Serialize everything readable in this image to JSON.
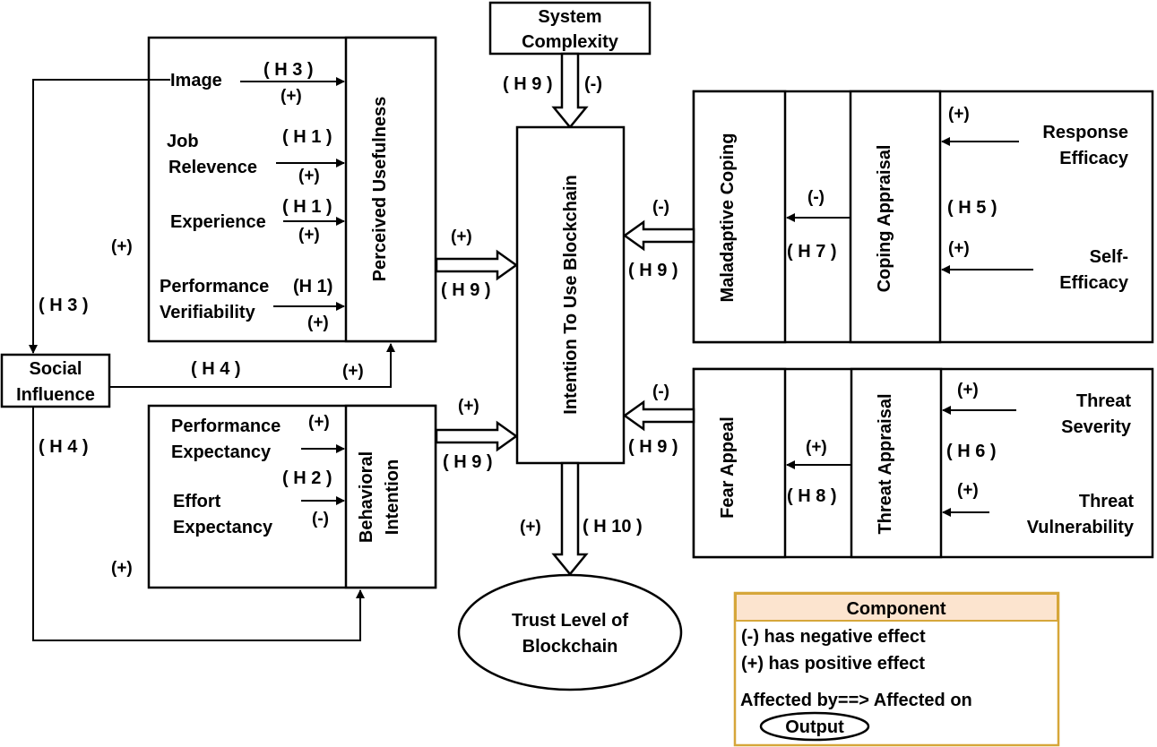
{
  "nodes": {
    "system_complexity": [
      "System",
      "Complexity"
    ],
    "perceived_usefulness": "Perceived Usefulness",
    "image": "Image",
    "job_relevance": [
      "Job",
      "Relevence"
    ],
    "experience": "Experience",
    "performance_verifiability": [
      "Performance",
      "Verifiability"
    ],
    "social_influence": [
      "Social",
      "Influence"
    ],
    "behavioral_intention": [
      "Behavioral",
      "Intention"
    ],
    "performance_expectancy": [
      "Performance",
      "Expectancy"
    ],
    "effort_expectancy": [
      "Effort",
      "Expectancy"
    ],
    "intention_to_use": "Intention To Use Blockchain",
    "trust_level": [
      "Trust Level of",
      "Blockchain"
    ],
    "maladaptive_coping": "Maladaptive Coping",
    "coping_appraisal": "Coping Appraisal",
    "response_efficacy": [
      "Response",
      "Efficacy"
    ],
    "self_efficacy": [
      "Self-",
      "Efficacy"
    ],
    "fear_appeal": "Fear Appeal",
    "threat_appraisal": "Threat Appraisal",
    "threat_severity": [
      "Threat",
      "Severity"
    ],
    "threat_vulnerability": [
      "Threat",
      "Vulnerability"
    ]
  },
  "labels": {
    "h3_image": "( H 3 )",
    "pos_image": "(+)",
    "h1_job": "( H 1 )",
    "pos_job": "(+)",
    "h1_exp": "( H 1 )",
    "pos_exp": "(+)",
    "h1_perf": "(H 1)",
    "pos_perf": "(+)",
    "pos_left": "(+)",
    "h3_left": "( H 3 )",
    "h4_mid": "( H 4 )",
    "pos_social": "(+)",
    "h4_left": "( H 4 )",
    "pos_left2": "(+)",
    "pos_pe": "(+)",
    "h2_ee": "( H 2 )",
    "neg_ee": "(-)",
    "h9_sys": "( H 9 )",
    "neg_sys": "(-)",
    "pos_pu": "(+)",
    "h9_pu": "( H 9 )",
    "pos_bi": "(+)",
    "h9_bi": "( H 9 )",
    "pos_trust": "(+)",
    "h10_trust": "( H 10 )",
    "neg_coping": "(-)",
    "h9_coping": "( H 9 )",
    "neg_h7": "(-)",
    "h7": "( H 7 )",
    "pos_resp": "(+)",
    "h5": "( H 5 )",
    "pos_self": "(+)",
    "neg_fear": "(-)",
    "h9_fear": "( H 9 )",
    "pos_h8": "(+)",
    "h8": "( H 8 )",
    "pos_sev": "(+)",
    "h6": "( H 6 )",
    "pos_vul": "(+)"
  },
  "legend": {
    "title": "Component",
    "negative": "(-)  has negative effect",
    "positive": "(+)  has positive effect",
    "affected": "Affected by==> Affected on",
    "output": "Output"
  },
  "colors": {
    "legend_border": "#d6a63a",
    "legend_header": "#fce4cf"
  }
}
